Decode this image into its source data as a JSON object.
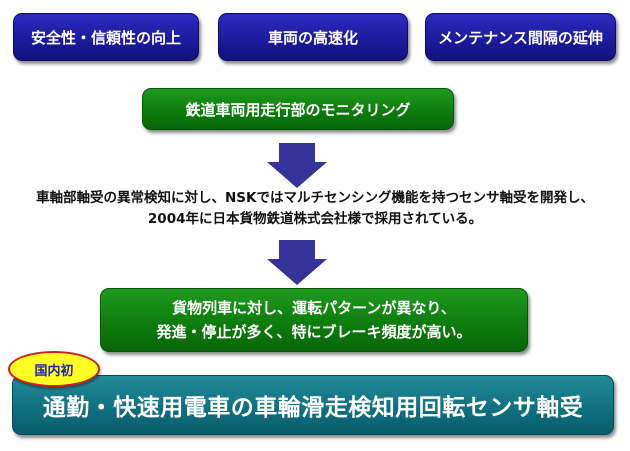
{
  "top_goals": [
    {
      "label": "安全性・信頼性の向上"
    },
    {
      "label": "車両の高速化"
    },
    {
      "label": "メンテナンス間隔の延伸"
    }
  ],
  "monitoring_box": {
    "label": "鉄道車両用走行部のモニタリング"
  },
  "nsk_description": {
    "line1": "車軸部軸受の異常検知に対し、NSKではマルチセンシング機能を持つセンサ軸受を開発し、",
    "line2": "2004年に日本貨物鉄道株式会社様で採用されている。"
  },
  "freight_box": {
    "line1": "貨物列車に対し、運転パターンが異なり、",
    "line2": "発進・停止が多く、特にブレーキ頻度が高い。"
  },
  "badge": {
    "label": "国内初"
  },
  "result_box": {
    "label": "通勤・快速用電車の車輪滑走検知用回転センサ軸受"
  },
  "colors": {
    "blue_box": "#1a1a9a",
    "green_box": "#0c7a0c",
    "teal_box": "#0f6e7d",
    "arrow": "#333399",
    "badge_fill": "#ffff22",
    "badge_border": "#cc2222"
  }
}
